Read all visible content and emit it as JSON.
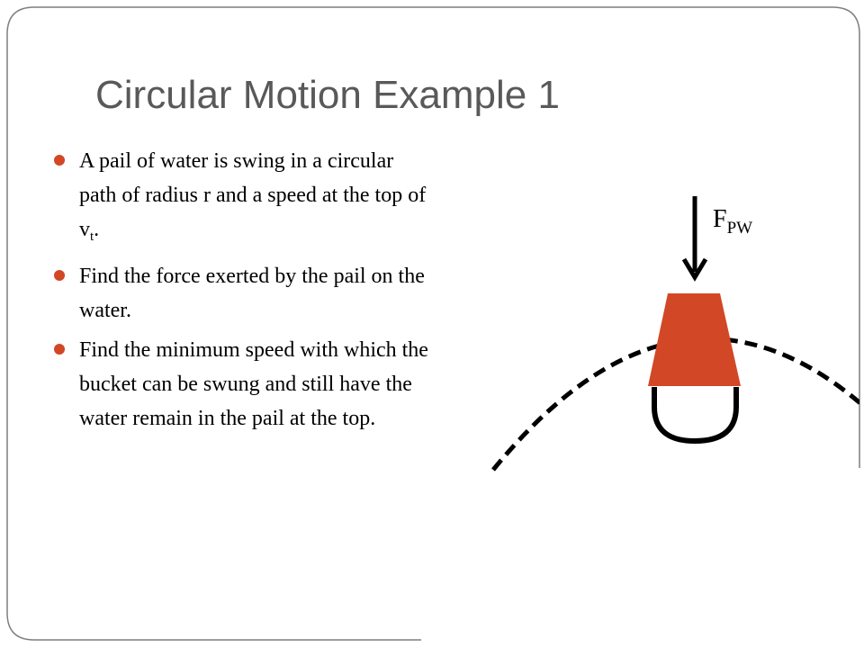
{
  "slide": {
    "title": "Circular Motion Example 1",
    "bullets": [
      {
        "text": "A pail of water is swing in a circular path of radius r and a speed at the top of v",
        "subscript": "t",
        "suffix": "."
      },
      {
        "text": "Find the force exerted by the pail on the water."
      },
      {
        "text": "Find the minimum speed with which the bucket can be swung and still have the water remain in the pail at the top."
      }
    ]
  },
  "diagram": {
    "force_label_main": "F",
    "force_label_sub": "PW",
    "icons": [
      "down-arrow-icon",
      "pail-icon",
      "circular-path"
    ]
  },
  "colors": {
    "accent": "#d24726",
    "title": "#595959",
    "text": "#000000",
    "frame": "#7f7f7f"
  }
}
